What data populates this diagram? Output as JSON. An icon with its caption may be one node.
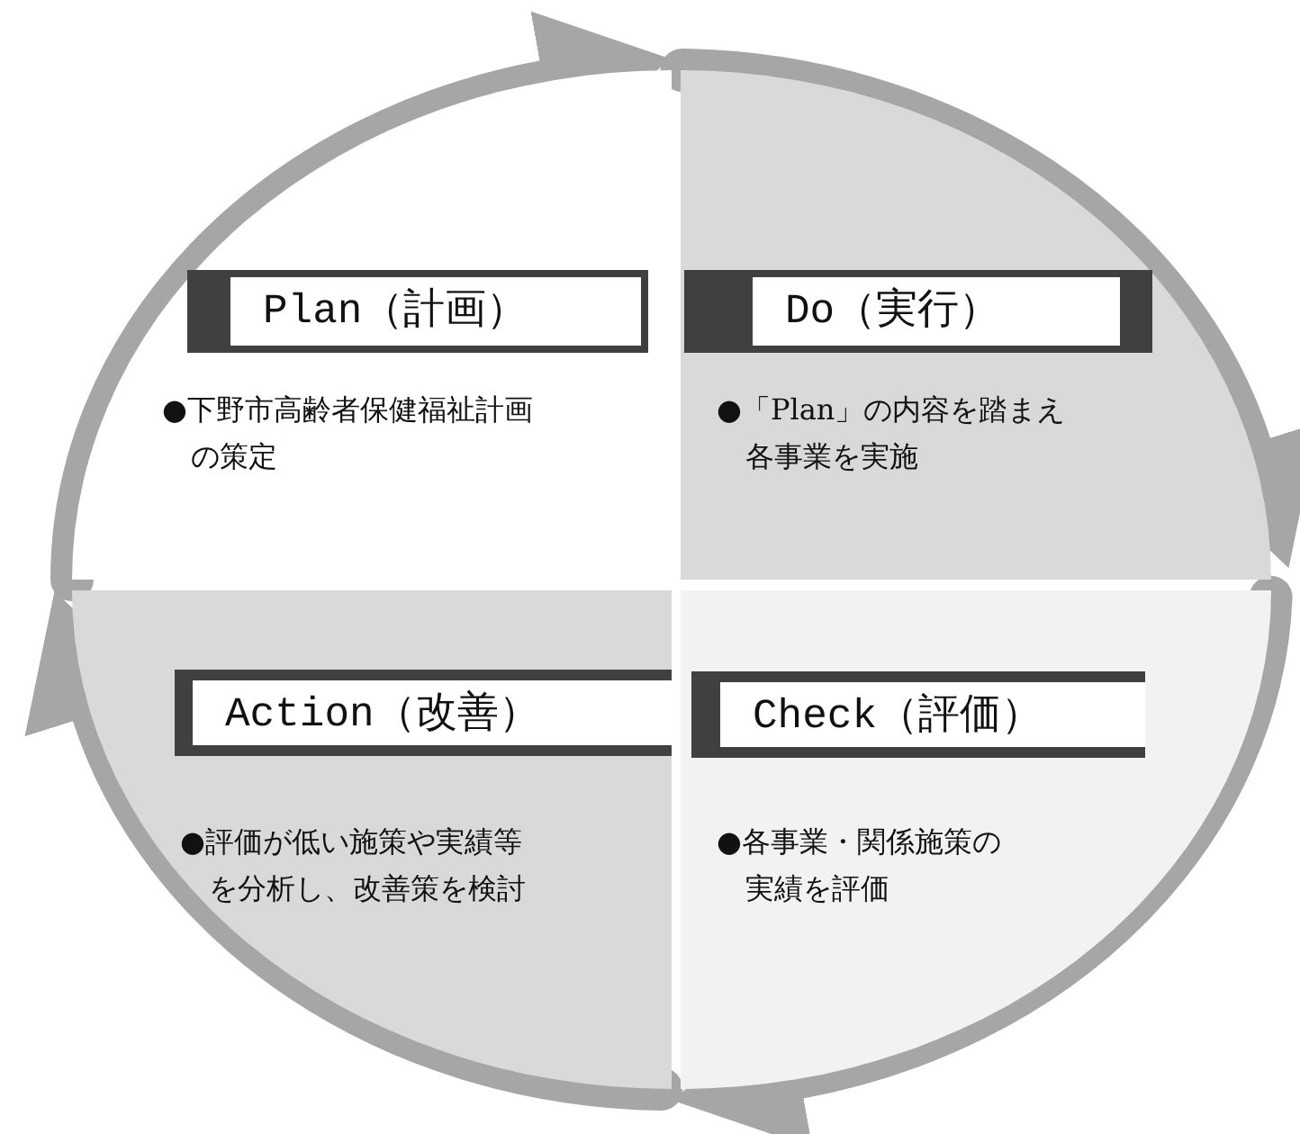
{
  "diagram": {
    "nodes": [
      {
        "text": [
          "Plan（計画）",
          "●下野市高齢者保健福祉計画の策定"
        ]
      },
      {
        "text": [
          "Do（実行）",
          "●「Plan」の内容を踏まえ各事業を実施"
        ]
      },
      {
        "text": [
          "Action（改善）",
          "●評価が低い施策や実績等を分析し、改善策を検討"
        ]
      },
      {
        "text": [
          "Check（評価）",
          "●各事業・関係施策の実績を評価"
        ]
      }
    ],
    "edges": [
      {
        "from": 0,
        "to": 1,
        "arrow": "to"
      },
      {
        "from": 1,
        "to": 3,
        "arrow": "to"
      },
      {
        "from": 3,
        "to": 2,
        "arrow": "to"
      },
      {
        "from": 2,
        "to": 0,
        "arrow": "to"
      }
    ]
  }
}
